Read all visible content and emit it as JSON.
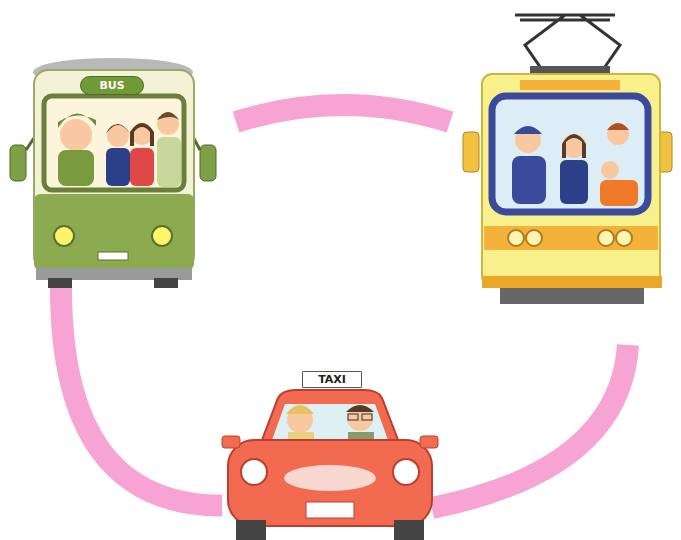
{
  "diagram": {
    "nodes": [
      {
        "text": [
          "BUS"
        ]
      },
      {
        "text": [
          "TAXI"
        ]
      }
    ],
    "edges": [
      {
        "from": 0,
        "to": 1,
        "arrow": "none"
      }
    ]
  }
}
